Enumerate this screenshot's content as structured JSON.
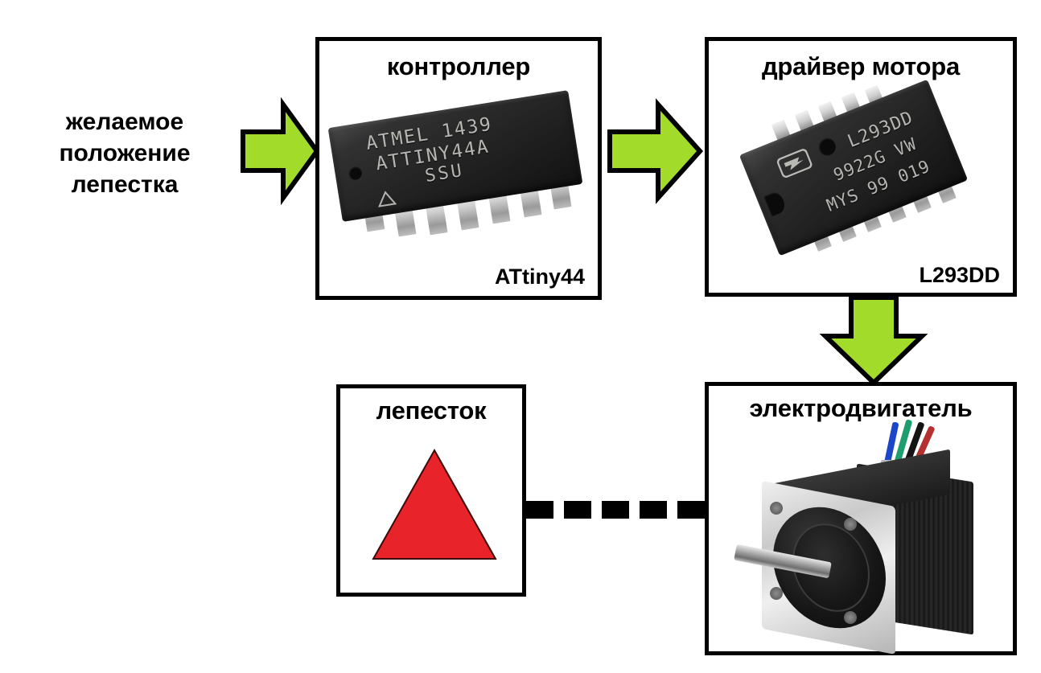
{
  "diagram": {
    "title_text": "желаемое положение лепестка",
    "language": "ru",
    "accent_arrow_color": "#A3DB2A",
    "arrow_outline_color": "#000000",
    "petal_color": "#E8232A",
    "box_border_color": "#000000",
    "background_color": "#FFFFFF"
  },
  "input_label": {
    "name": "desired-petal-position",
    "line1": "желаемое",
    "line2": "положение",
    "line3": "лепестка"
  },
  "blocks": {
    "controller": {
      "title": "контроллер",
      "caption": "ATtiny44",
      "chip_markings": {
        "line1": "ATMEL 1439",
        "line2": "ATTINY44A",
        "line3": "SSU",
        "logo": "triangle-mark"
      }
    },
    "motor_driver": {
      "title": "драйвер мотора",
      "caption": "L293DD",
      "chip_markings": {
        "logo": "ST",
        "line1": "L293DD",
        "line2": "9922G VW",
        "line3": "MYS 99 019"
      }
    },
    "petal": {
      "title": "лепесток",
      "shape": "red-triangle"
    },
    "motor": {
      "title": "электродвигатель",
      "component": "stepper-motor",
      "wire_colors": [
        "#1B46C8",
        "#1E9E6E",
        "#111111",
        "#C03030"
      ]
    }
  },
  "arrows": [
    {
      "name": "arrow-input-to-controller",
      "direction": "right"
    },
    {
      "name": "arrow-controller-to-driver",
      "direction": "right"
    },
    {
      "name": "arrow-driver-to-motor",
      "direction": "down"
    }
  ],
  "connections": [
    {
      "name": "petal-motor-mechanical-link",
      "style": "dashed",
      "from": "petal",
      "to": "motor",
      "dash_count": 6
    }
  ]
}
